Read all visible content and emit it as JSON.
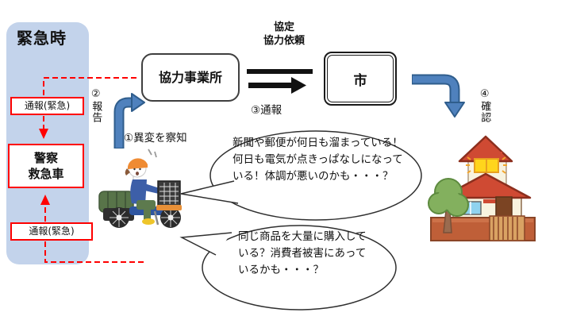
{
  "palette": {
    "panel_blue": "#c3d3eb",
    "alert_red": "#ff0000",
    "arrow_blue": "#4f81bd",
    "arrow_blue_dark": "#2f5d8c",
    "ink": "#111111"
  },
  "panel": {
    "title": "緊急時",
    "report_top": "通報(緊急)",
    "police_lines": [
      "警察",
      "救急車"
    ],
    "report_bottom": "通報(緊急)"
  },
  "flow": {
    "business": "協力事業所",
    "city": "市",
    "agreement": [
      "協定",
      "協力依頼"
    ],
    "step1": "①異変を察知",
    "step2": "②報告",
    "step3": "③通報",
    "step4": "④確認"
  },
  "bubbles": {
    "suspicion1": [
      "新聞や郵便が何日も溜まっている！",
      "何日も電気が点きっぱなしになって",
      "いる！体調が悪いのかも・・・？"
    ],
    "suspicion2": [
      "同じ商品を大量に購入して",
      "いる？消費者被害にあって",
      "いるかも・・・？"
    ]
  },
  "illustrations": {
    "rider": "newspaper-delivery-rider",
    "house": "house-with-light-on"
  }
}
